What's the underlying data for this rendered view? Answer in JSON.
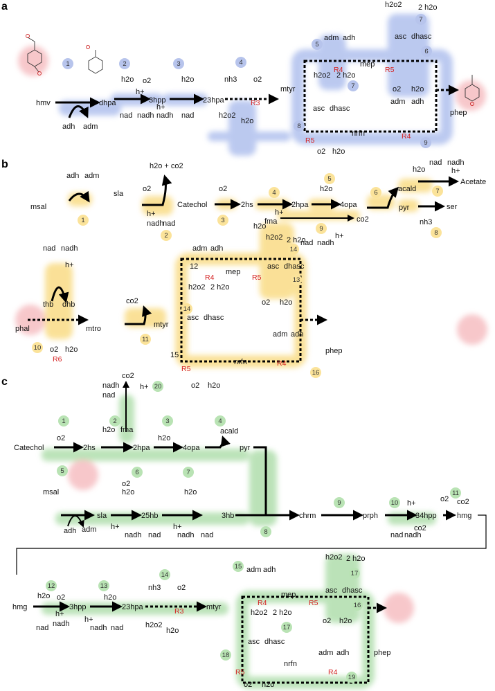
{
  "panels": {
    "a": {
      "letter": "a",
      "steps": [
        "1",
        "2",
        "3",
        "4",
        "5",
        "6",
        "7",
        "8",
        "9"
      ],
      "labels": {
        "hmv": "hmv",
        "dhpa": "dhpa",
        "adh": "adh",
        "adm": "adm",
        "h2o": "h2o",
        "o2": "o2",
        "hplus": "h+",
        "hpp": "3hpp",
        "nad": "nad",
        "nadh": "nadh",
        "hpa": "23hpa",
        "nh3": "nh3",
        "r3": "R3",
        "h2o2": "h2o2",
        "mtyr": "mtyr",
        "mep": "mep",
        "r4": "R4",
        "r5": "R5",
        "asc": "asc",
        "dhasc": "dhasc",
        "two_h2o": "2 h2o",
        "nrfn": "nrfn",
        "phep": "phep"
      }
    },
    "b": {
      "letter": "b",
      "steps": [
        "1",
        "2",
        "3",
        "4",
        "5",
        "6",
        "7",
        "8",
        "9",
        "10",
        "11",
        "12",
        "13",
        "14",
        "15",
        "16"
      ],
      "labels": {
        "msal": "msal",
        "adh": "adh",
        "adm": "adm",
        "sla": "sla",
        "h2o_co2": "h2o + co2",
        "o2": "o2",
        "hplus": "h+",
        "nadh": "nadh",
        "nad": "nad",
        "catechol": "Catechol",
        "hs2": "2hs",
        "fma": "fma",
        "h2o": "h2o",
        "hpa2": "2hpa",
        "opa4": "4opa",
        "acald": "acald",
        "acetate": "Acetate",
        "pyr": "pyr",
        "ser": "ser",
        "nh3": "nh3",
        "co2": "co2",
        "phal": "phal",
        "thb": "thb",
        "dhb": "dhb",
        "mtro": "mtro",
        "mtyr": "mtyr",
        "r6": "R6",
        "mep": "mep",
        "r4": "R4",
        "r5": "R5",
        "asc": "asc",
        "dhasc": "dhasc",
        "h2o2": "h2o2",
        "two_h2o": "2 h2o",
        "nrfn": "nrfn",
        "phep": "phep"
      }
    },
    "c": {
      "letter": "c",
      "steps": [
        "1",
        "2",
        "3",
        "4",
        "5",
        "6",
        "7",
        "8",
        "9",
        "10",
        "11",
        "12",
        "13",
        "14",
        "15",
        "16",
        "17",
        "18",
        "19",
        "20"
      ],
      "labels": {
        "catechol": "Catechol",
        "o2": "o2",
        "hs2": "2hs",
        "h2o": "h2o",
        "fma": "fma",
        "hpa2": "2hpa",
        "opa4": "4opa",
        "acald": "acald",
        "pyr": "pyr",
        "nadh": "nadh",
        "nad": "nad",
        "co2": "co2",
        "hplus": "h+",
        "msal": "msal",
        "adh": "adh",
        "adm": "adm",
        "sla": "sla",
        "hb25": "25hb",
        "hb3": "3hb",
        "chrm": "chrm",
        "prph": "prph",
        "hpp34": "34hpp",
        "hmg": "hmg",
        "hpp3": "3hpp",
        "hpa23": "23hpa",
        "nh3": "nh3",
        "r3": "R3",
        "h2o2": "h2o2",
        "mtyr": "mtyr",
        "mep": "mep",
        "r4": "R4",
        "r5": "R5",
        "asc": "asc",
        "dhasc": "dhasc",
        "two_h2o": "2 h2o",
        "nrfn": "nrfn",
        "phep": "phep"
      }
    }
  },
  "colors": {
    "a": "#8fa6e6",
    "b": "#f7cd52",
    "c": "#8fd08a",
    "start": "#f2a3a8",
    "red": "#d42020"
  }
}
